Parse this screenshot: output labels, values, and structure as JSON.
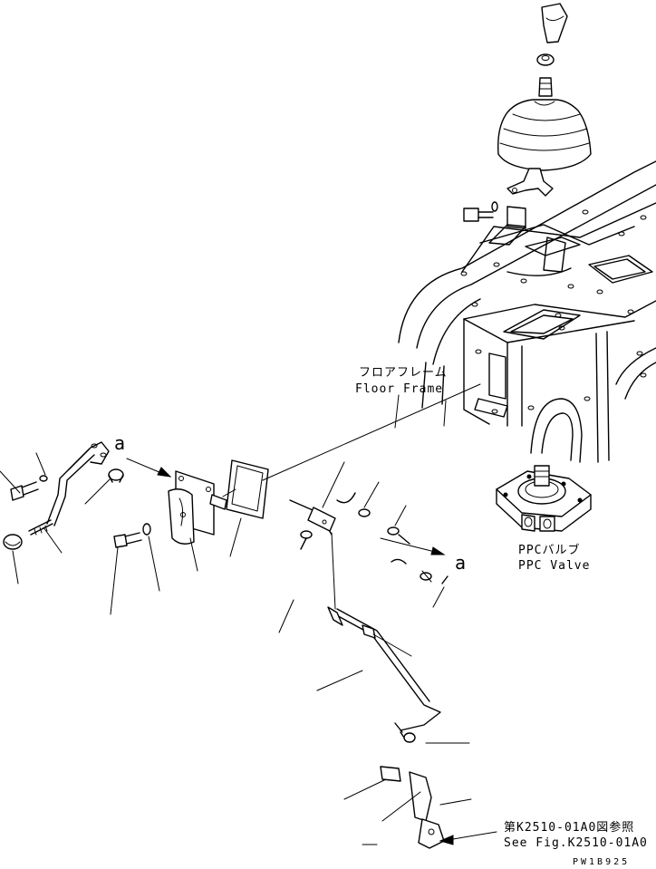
{
  "labels": {
    "floor_frame_jp": "フロアフレーム",
    "floor_frame_en": "Floor Frame",
    "ppc_valve_jp": "PPCバルブ",
    "ppc_valve_en": "PPC Valve",
    "see_fig_jp": "第K2510-01A0図参照",
    "see_fig_en": "See Fig.K2510-01A0",
    "ref_a_left": "a",
    "ref_a_right": "a",
    "drawing_code": "PW1B925"
  }
}
